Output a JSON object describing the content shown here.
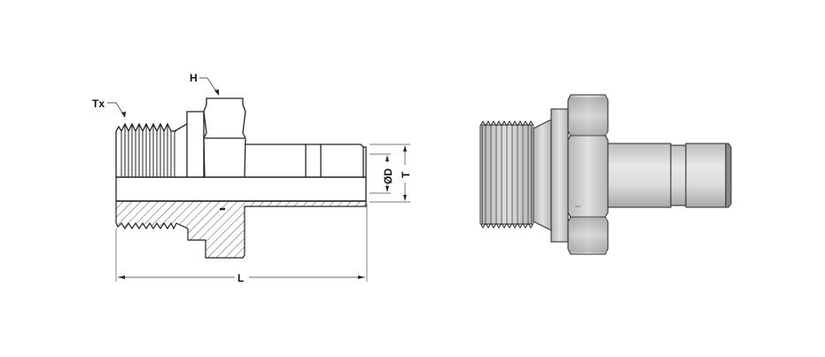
{
  "figure": {
    "type": "technical-drawing",
    "subject": "male threaded straight fitting with tube stub",
    "views": [
      {
        "id": "section-view",
        "kind": "half-section-dimensioned"
      },
      {
        "id": "shaded-view",
        "kind": "shaded-elevation"
      }
    ]
  },
  "labels": {
    "thread": "Tx",
    "hex": "H",
    "diameter": "ØD",
    "thread_size": "T",
    "length": "L"
  },
  "colors": {
    "line": "#222222",
    "dim_line": "#555555",
    "hatch": "#444444",
    "shade_light": "#e6e6e6",
    "shade_mid": "#c8c8c8",
    "shade_dark": "#9a9a9a"
  }
}
